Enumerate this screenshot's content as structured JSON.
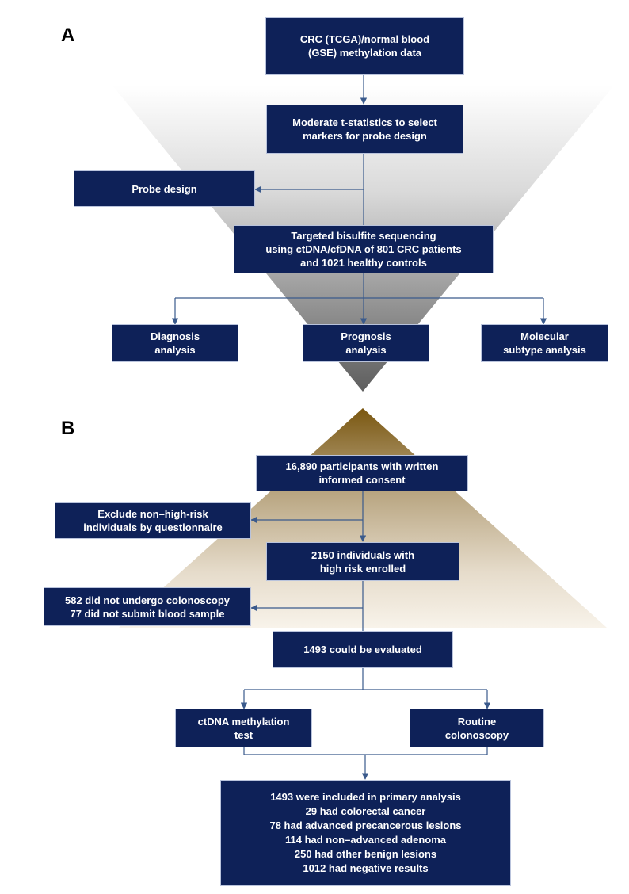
{
  "panels": {
    "a": "A",
    "b": "B"
  },
  "panel_a": {
    "data_source": "CRC (TCGA)/normal blood\n(GSE) methylation data",
    "moderate_t": "Moderate t-statistics to select\nmarkers  for probe design",
    "probe_design": "Probe design",
    "targeted_seq": "Targeted bisulfite sequencing\nusing ctDNA/cfDNA of 801 CRC patients\nand 1021 healthy controls",
    "diagnosis": "Diagnosis\nanalysis",
    "prognosis": "Prognosis\nanalysis",
    "molecular": "Molecular\nsubtype analysis"
  },
  "panel_b": {
    "participants": "16,890 participants with written\ninformed consent",
    "exclude": "Exclude non–high-risk\nindividuals by questionnaire",
    "high_risk": "2150 individuals with\nhigh risk enrolled",
    "dropouts": "582 did not undergo colonoscopy\n77 did not submit blood sample",
    "evaluated": "1493 could be evaluated",
    "ctdna_test": "ctDNA methylation\ntest",
    "colonoscopy": "Routine\ncolonoscopy",
    "results": "1493 were included in primary analysis\n29 had colorectal cancer\n78 had advanced precancerous lesions\n114 had non–advanced adenoma\n250  had other benign lesions\n1012 had negative results"
  },
  "colors": {
    "box_fill": "#0e2158",
    "box_text": "#ffffff",
    "connector": "#3a5a8c",
    "funnel_a_top": "#ffffff",
    "funnel_a_bottom": "#5e5e5e",
    "funnel_b_top": "#7a5710",
    "funnel_b_bottom": "#f7f1e6"
  }
}
